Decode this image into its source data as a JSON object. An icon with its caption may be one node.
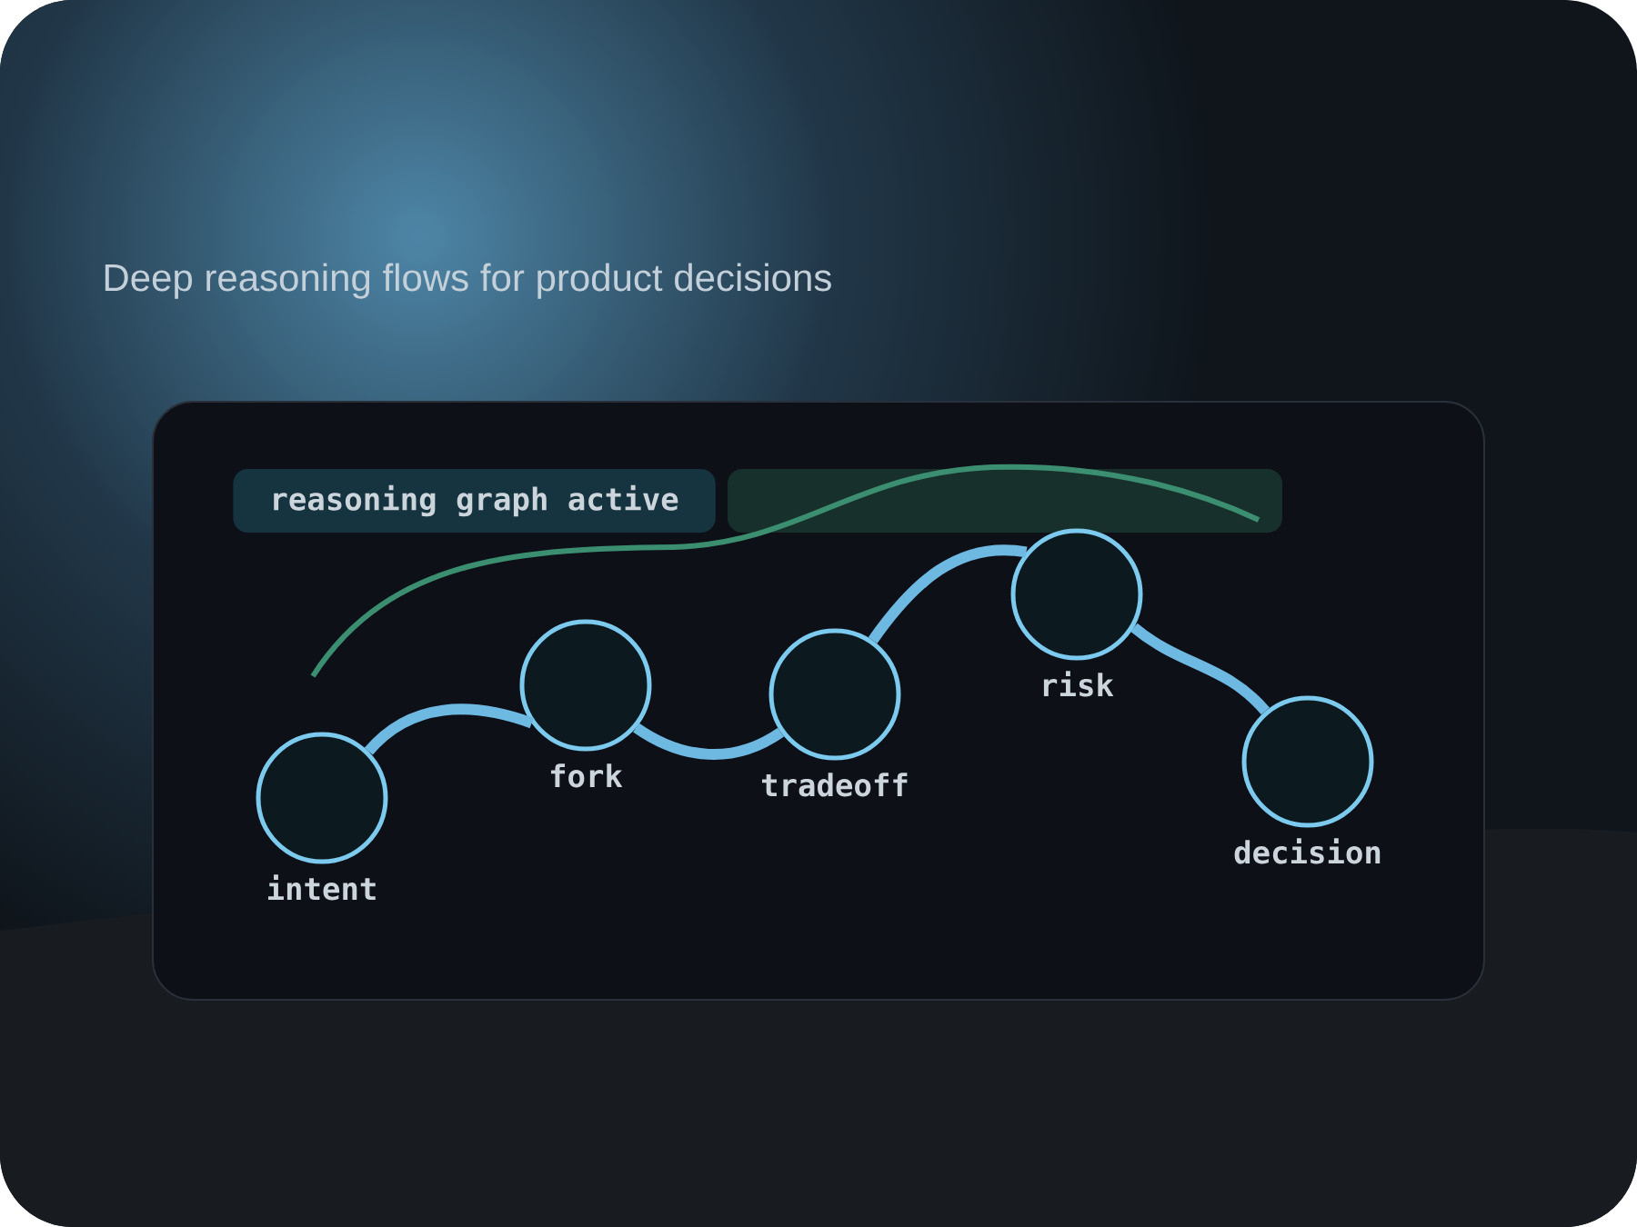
{
  "diagram": {
    "nodes": [
      {
        "text": [
          "reasoning graph active"
        ]
      },
      {
        "text": [],
        "shape": "box"
      },
      {
        "text": [
          "intent"
        ]
      },
      {
        "text": [
          "fork"
        ]
      },
      {
        "text": [
          "tradeoff"
        ]
      },
      {
        "text": [
          "risk"
        ]
      },
      {
        "text": [
          "decision"
        ]
      }
    ],
    "edges": [
      {
        "from": 2,
        "to": 3,
        "arrow": "none"
      },
      {
        "from": 3,
        "to": 4,
        "arrow": "none"
      },
      {
        "from": 4,
        "to": 5,
        "arrow": "none"
      },
      {
        "from": 5,
        "to": 6,
        "arrow": "none"
      }
    ],
    "labels": [
      "Deep reasoning flows for product decisions"
    ]
  }
}
